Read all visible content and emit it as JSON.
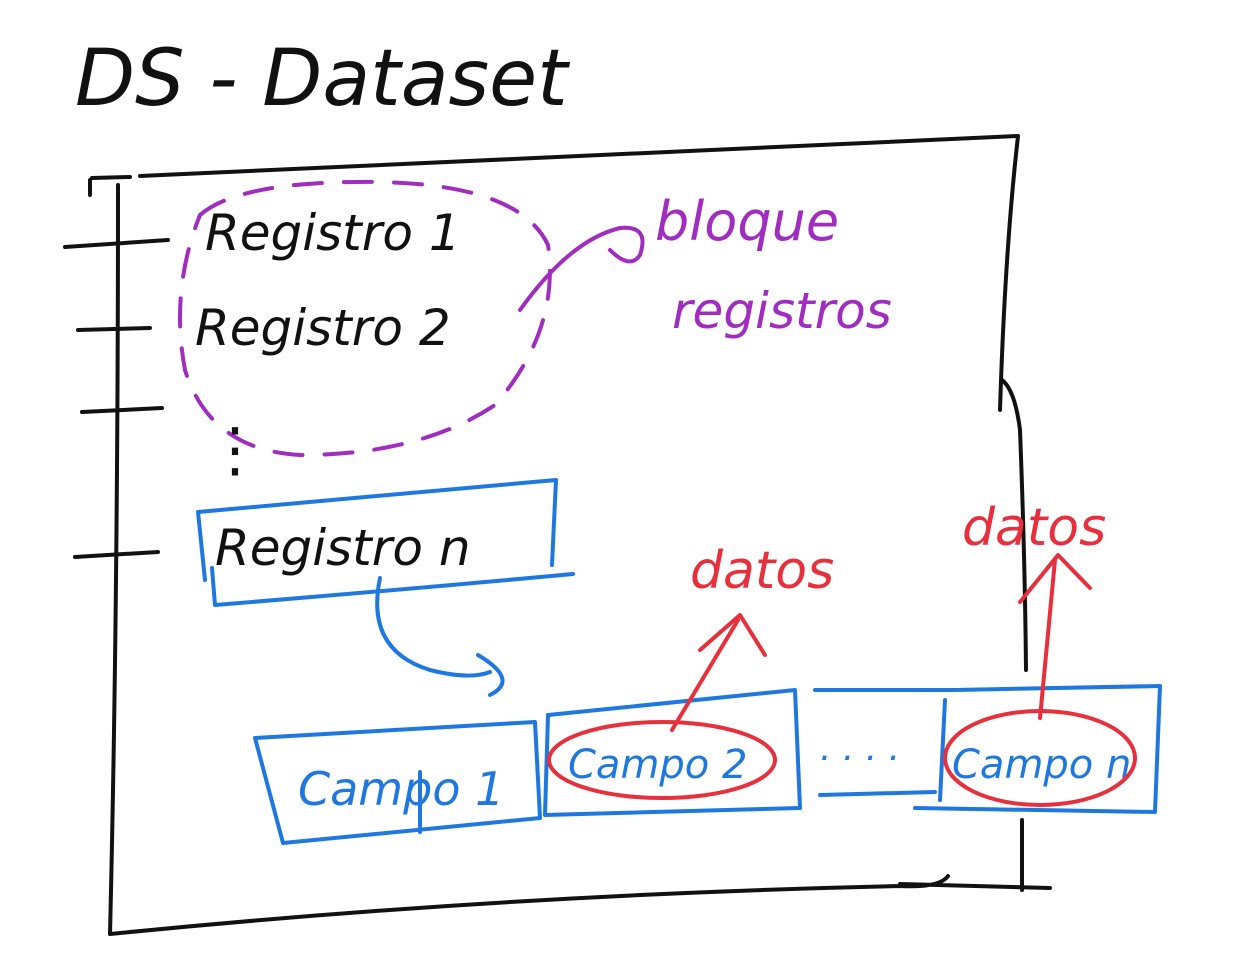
{
  "title": "DS - Dataset",
  "records": [
    "Registro 1",
    "Registro 2",
    "Registro n"
  ],
  "record_ellipsis": "⋮",
  "block_label": [
    "bloque",
    "registros"
  ],
  "fields": [
    "Campo 1",
    "Campo 2",
    "Campo n"
  ],
  "field_ellipsis": ". . . .",
  "data_labels": [
    "datos",
    "datos"
  ],
  "colors": {
    "ink": "#111111",
    "block": "#a02cc0",
    "record": "#1e78e0",
    "data": "#e8303c"
  }
}
